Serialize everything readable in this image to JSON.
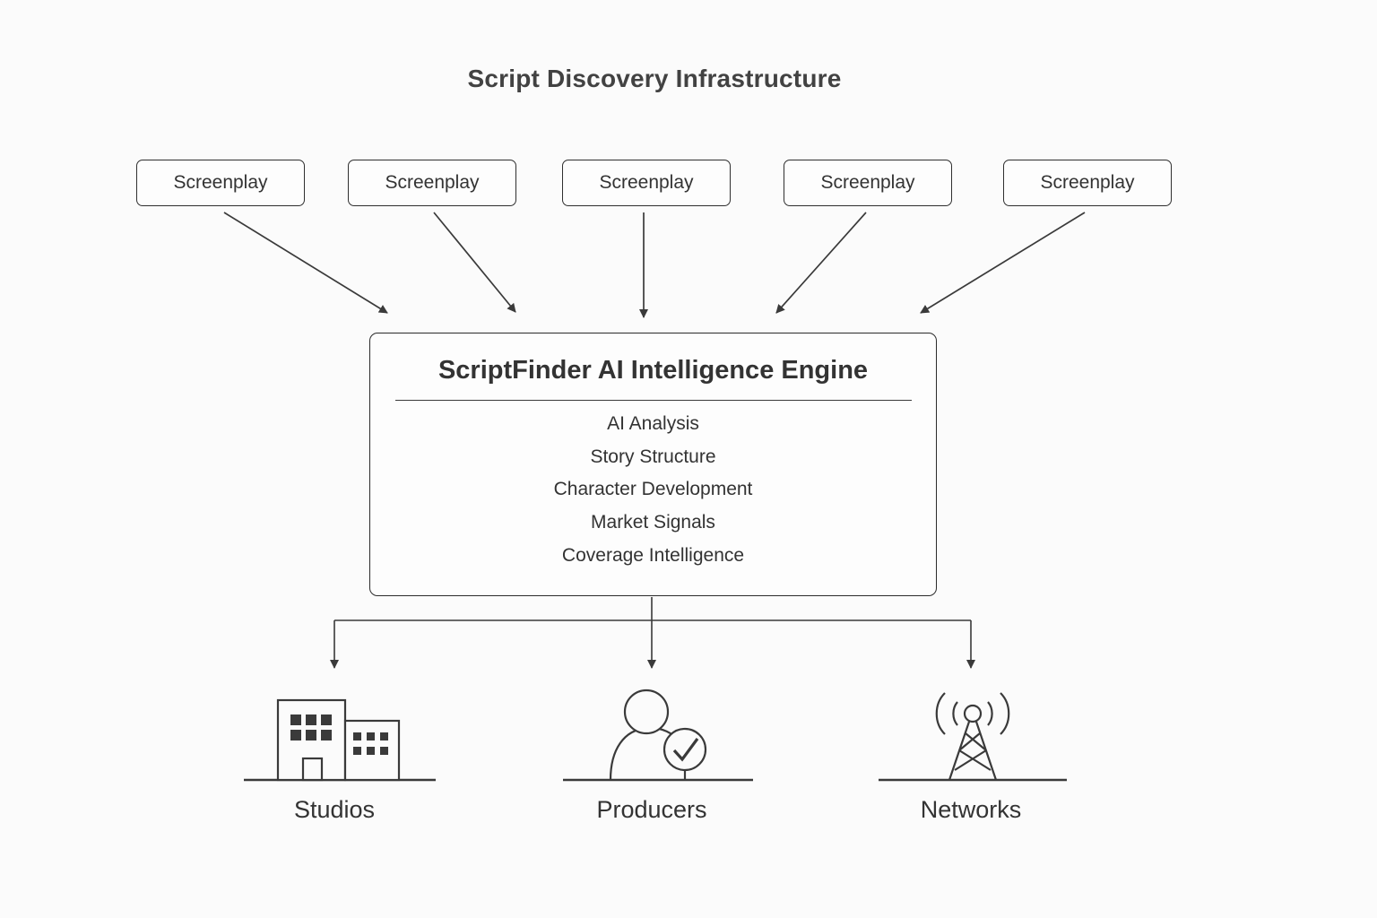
{
  "diagram": {
    "title": "Script Discovery Infrastructure",
    "sources": [
      {
        "label": "Screenplay"
      },
      {
        "label": "Screenplay"
      },
      {
        "label": "Screenplay"
      },
      {
        "label": "Screenplay"
      },
      {
        "label": "Screenplay"
      }
    ],
    "engine": {
      "title": "ScriptFinder AI Intelligence Engine",
      "capabilities": [
        "AI Analysis",
        "Story Structure",
        "Character Development",
        "Market Signals",
        "Coverage Intelligence"
      ]
    },
    "outputs": [
      {
        "label": "Studios",
        "icon": "buildings-icon"
      },
      {
        "label": "Producers",
        "icon": "person-check-icon"
      },
      {
        "label": "Networks",
        "icon": "broadcast-tower-icon"
      }
    ],
    "colors": {
      "background": "#fbfbfb",
      "stroke": "#3a3a3a",
      "text": "#333333"
    }
  }
}
